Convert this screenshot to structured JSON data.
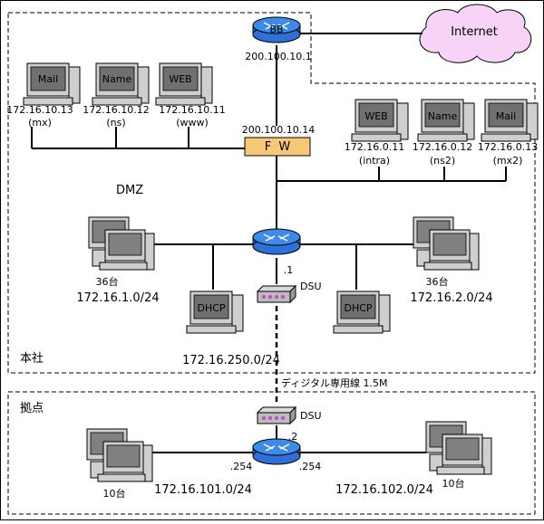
{
  "internet": {
    "label": "Internet"
  },
  "router_bb": {
    "label": "BB",
    "ip": "200.100.10.1"
  },
  "firewall": {
    "label": "F  W",
    "ip": "200.100.10.14"
  },
  "zones": {
    "dmz": "DMZ",
    "honsha": "本社",
    "kyoten": "拠点"
  },
  "dmz_servers": [
    {
      "screen": "Mail",
      "ip": "172.16.10.13",
      "host": "(mx)"
    },
    {
      "screen": "Name",
      "ip": "172.16.10.12",
      "host": "(ns)"
    },
    {
      "screen": "WEB",
      "ip": "172.16.10.11",
      "host": "(www)"
    }
  ],
  "internal_servers": [
    {
      "screen": "WEB",
      "ip": "172.16.0.11",
      "host": "(intra)"
    },
    {
      "screen": "Name",
      "ip": "172.16.0.12",
      "host": "(ns2)"
    },
    {
      "screen": "Mail",
      "ip": "172.16.0.13",
      "host": "(mx2)"
    }
  ],
  "hq": {
    "left_count": "36台",
    "left_subnet": "172.16.1.0/24",
    "right_count": "36台",
    "right_subnet": "172.16.2.0/24",
    "dhcp_left": "DHCP",
    "dhcp_right": "DHCP",
    "router_port": ".1",
    "dsu": "DSU",
    "wan_subnet": "172.16.250.0/24"
  },
  "wan": {
    "label": "ディジタル専用線 1.5M"
  },
  "branch": {
    "dsu": "DSU",
    "router_port": ".2",
    "left_port": ".254",
    "right_port": ".254",
    "left_count": "10台",
    "left_subnet": "172.16.101.0/24",
    "right_count": "10台",
    "right_subnet": "172.16.102.0/24"
  }
}
